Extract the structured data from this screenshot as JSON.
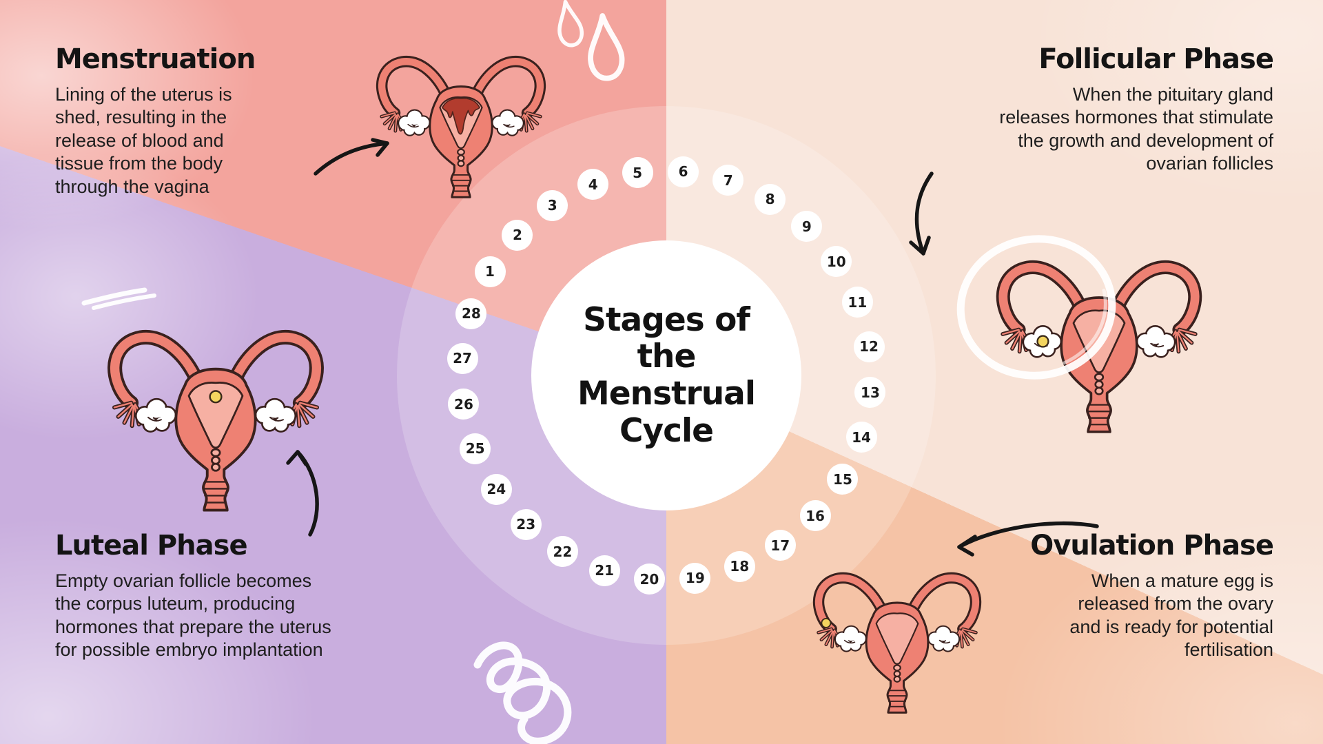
{
  "infographic_title": {
    "text": "Stages of the Menstrual Cycle",
    "lines": [
      "Stages of",
      "the",
      "Menstrual",
      "Cycle"
    ]
  },
  "phases": {
    "menstruation": {
      "heading": "Menstruation",
      "body": [
        "Lining of the uterus is",
        "shed, resulting in the",
        "release of blood and",
        "tissue from the body",
        "through the vagina"
      ]
    },
    "follicular": {
      "heading": "Follicular Phase",
      "body": [
        "When the pituitary gland",
        "releases hormones that stimulate",
        "the growth and development of",
        "ovarian follicles"
      ]
    },
    "luteal": {
      "heading": "Luteal Phase",
      "body": [
        "Empty ovarian follicle becomes",
        "the corpus luteum, producing",
        "hormones that prepare the uterus",
        "for possible embryo implantation"
      ]
    },
    "ovulation": {
      "heading": "Ovulation Phase",
      "body": [
        "When a mature egg is",
        "released from the ovary",
        "and is ready for potential",
        "fertilisation"
      ]
    }
  },
  "cycle": {
    "total_days": 28,
    "days": [
      1,
      2,
      3,
      4,
      5,
      6,
      7,
      8,
      9,
      10,
      11,
      12,
      13,
      14,
      15,
      16,
      17,
      18,
      19,
      20,
      21,
      22,
      23,
      24,
      25,
      26,
      27,
      28
    ]
  },
  "icons": [
    "uterus-illustration",
    "water-drop-icon",
    "curved-arrow-icon",
    "brush-circle-icon",
    "brush-stroke-icon",
    "squiggle-icon"
  ],
  "colors": {
    "menstruation_pink": "#f3a49d",
    "follicular_peach": "#f8e3d7",
    "ovulation_peach": "#f5c3a6",
    "luteal_purple": "#c9aede",
    "circle_bg": "#ffffff",
    "text_ink": "#1b1b1b",
    "uterus_salmon": "#ee8173",
    "uterus_outline": "#3a211e",
    "uterus_cavity": "#f6b0a3",
    "menstrual_blood": "#b23c2e",
    "egg_yellow": "#f3d55f"
  }
}
